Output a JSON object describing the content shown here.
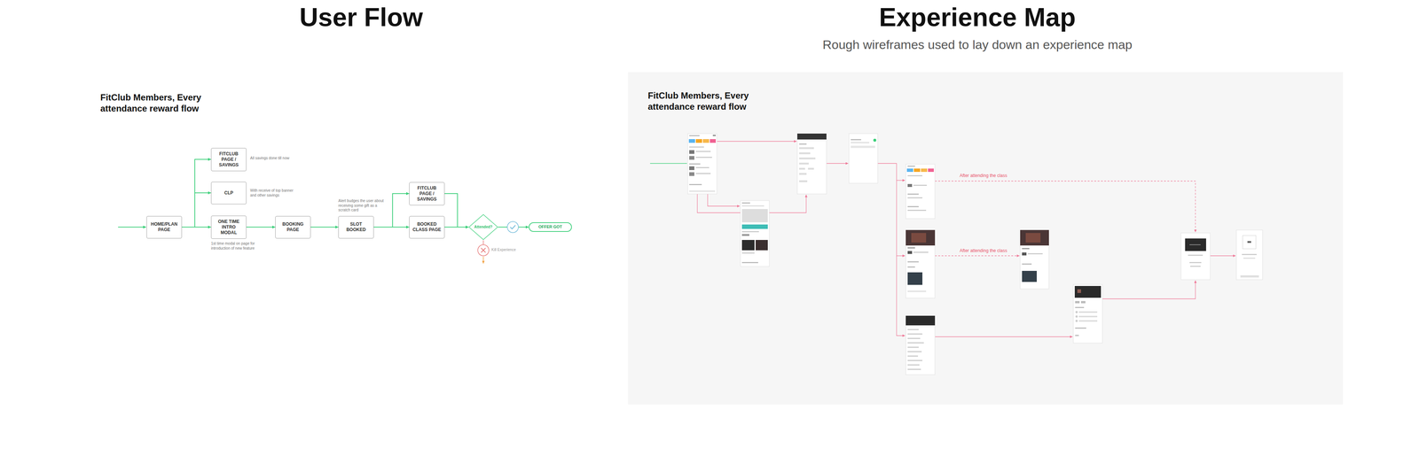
{
  "diagram": {
    "nodes": [
      {
        "text": [
          "HOME/PLAN PAGE"
        ]
      },
      {
        "text": [
          "FITCLUB PAGE / SAVINGS"
        ]
      },
      {
        "text": [
          "CLP"
        ]
      },
      {
        "text": [
          "ONE TIME INTRO MODAL"
        ]
      },
      {
        "text": [
          "BOOKING PAGE"
        ]
      },
      {
        "text": [
          "SLOT BOOKED"
        ]
      },
      {
        "text": [
          "FITCLUB PAGE / SAVINGS"
        ]
      },
      {
        "text": [
          "BOOKED CLASS PAGE"
        ]
      },
      {
        "text": [
          "Attended?"
        ]
      },
      {
        "text": [
          "OFFER GOT"
        ]
      }
    ],
    "edges": [
      {
        "from": 0,
        "to": 1,
        "arrow": "to"
      },
      {
        "from": 0,
        "to": 2,
        "arrow": "to"
      },
      {
        "from": 0,
        "to": 3,
        "arrow": "to"
      },
      {
        "from": 3,
        "to": 4,
        "arrow": "to"
      },
      {
        "from": 4,
        "to": 5,
        "arrow": "to"
      },
      {
        "from": 5,
        "to": 6,
        "arrow": "to"
      },
      {
        "from": 5,
        "to": 7,
        "arrow": "to"
      },
      {
        "from": 6,
        "to": 8,
        "arrow": "to"
      },
      {
        "from": 7,
        "to": 8,
        "arrow": "to"
      },
      {
        "from": 8,
        "to": 9,
        "arrow": "to"
      }
    ],
    "labels": [
      "User Flow",
      "Experience Map",
      "Rough wireframes used to lay down an experience map",
      "FitClub Members, Every attendance reward flow",
      "All savings done till now",
      "With receive of top banner and other savings",
      "1st time modal on page for introduction of new feature",
      "Alert budges the user about receiving some gift as a scratch card",
      "Kill Experience",
      "FitClub Members, Every attendance reward flow",
      "After attending the class",
      "After attending the class"
    ]
  }
}
